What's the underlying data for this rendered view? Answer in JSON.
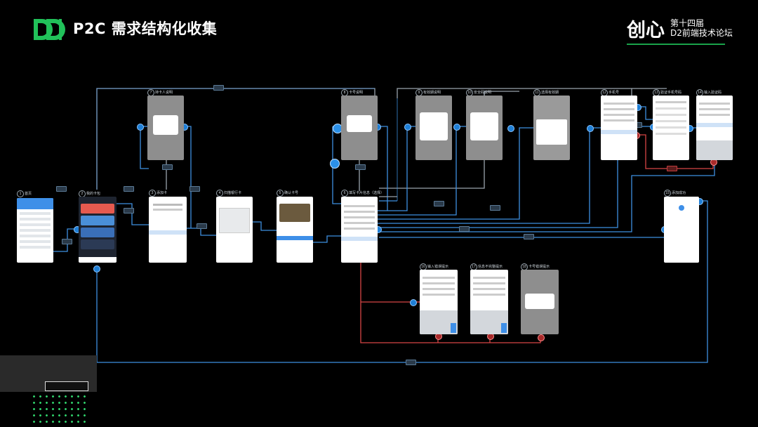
{
  "header": {
    "title": "P2C 需求结构化收集",
    "brand": "创心",
    "event_line1": "第十四届",
    "event_line2": "D2前端技术论坛"
  },
  "colors": {
    "accent_green": "#21c15a",
    "link_blue": "#3d8fe0",
    "link_red": "#d64545",
    "line_grey": "#9aa3ad"
  },
  "screens": [
    {
      "id": "s1",
      "badge": "1",
      "label": "首页"
    },
    {
      "id": "s2",
      "badge": "2",
      "label": "我的卡包"
    },
    {
      "id": "s3",
      "badge": "3",
      "label": "添加卡"
    },
    {
      "id": "s4",
      "badge": "4",
      "label": "扫描银行卡"
    },
    {
      "id": "s5",
      "badge": "5",
      "label": "确认卡号"
    },
    {
      "id": "s6",
      "badge": "6",
      "label": "填写卡片信息（选择）"
    },
    {
      "id": "s7",
      "badge": "7",
      "label": "持卡人说明"
    },
    {
      "id": "s8",
      "badge": "8",
      "label": "卡号说明"
    },
    {
      "id": "s9",
      "badge": "9",
      "label": "有效期说明"
    },
    {
      "id": "s10",
      "badge": "10",
      "label": "安全码说明"
    },
    {
      "id": "s11",
      "badge": "11",
      "label": "选择有效期"
    },
    {
      "id": "s12",
      "badge": "12",
      "label": "手机号"
    },
    {
      "id": "s13",
      "badge": "13",
      "label": "验证手机号码"
    },
    {
      "id": "s14",
      "badge": "14",
      "label": "输入验证码"
    },
    {
      "id": "s15",
      "badge": "15",
      "label": "添加成功"
    },
    {
      "id": "s16",
      "badge": "16",
      "label": "输入错误提示"
    },
    {
      "id": "s17",
      "badge": "17",
      "label": "信息不完整提示"
    },
    {
      "id": "s18",
      "badge": "18",
      "label": "卡号错误提示"
    }
  ]
}
